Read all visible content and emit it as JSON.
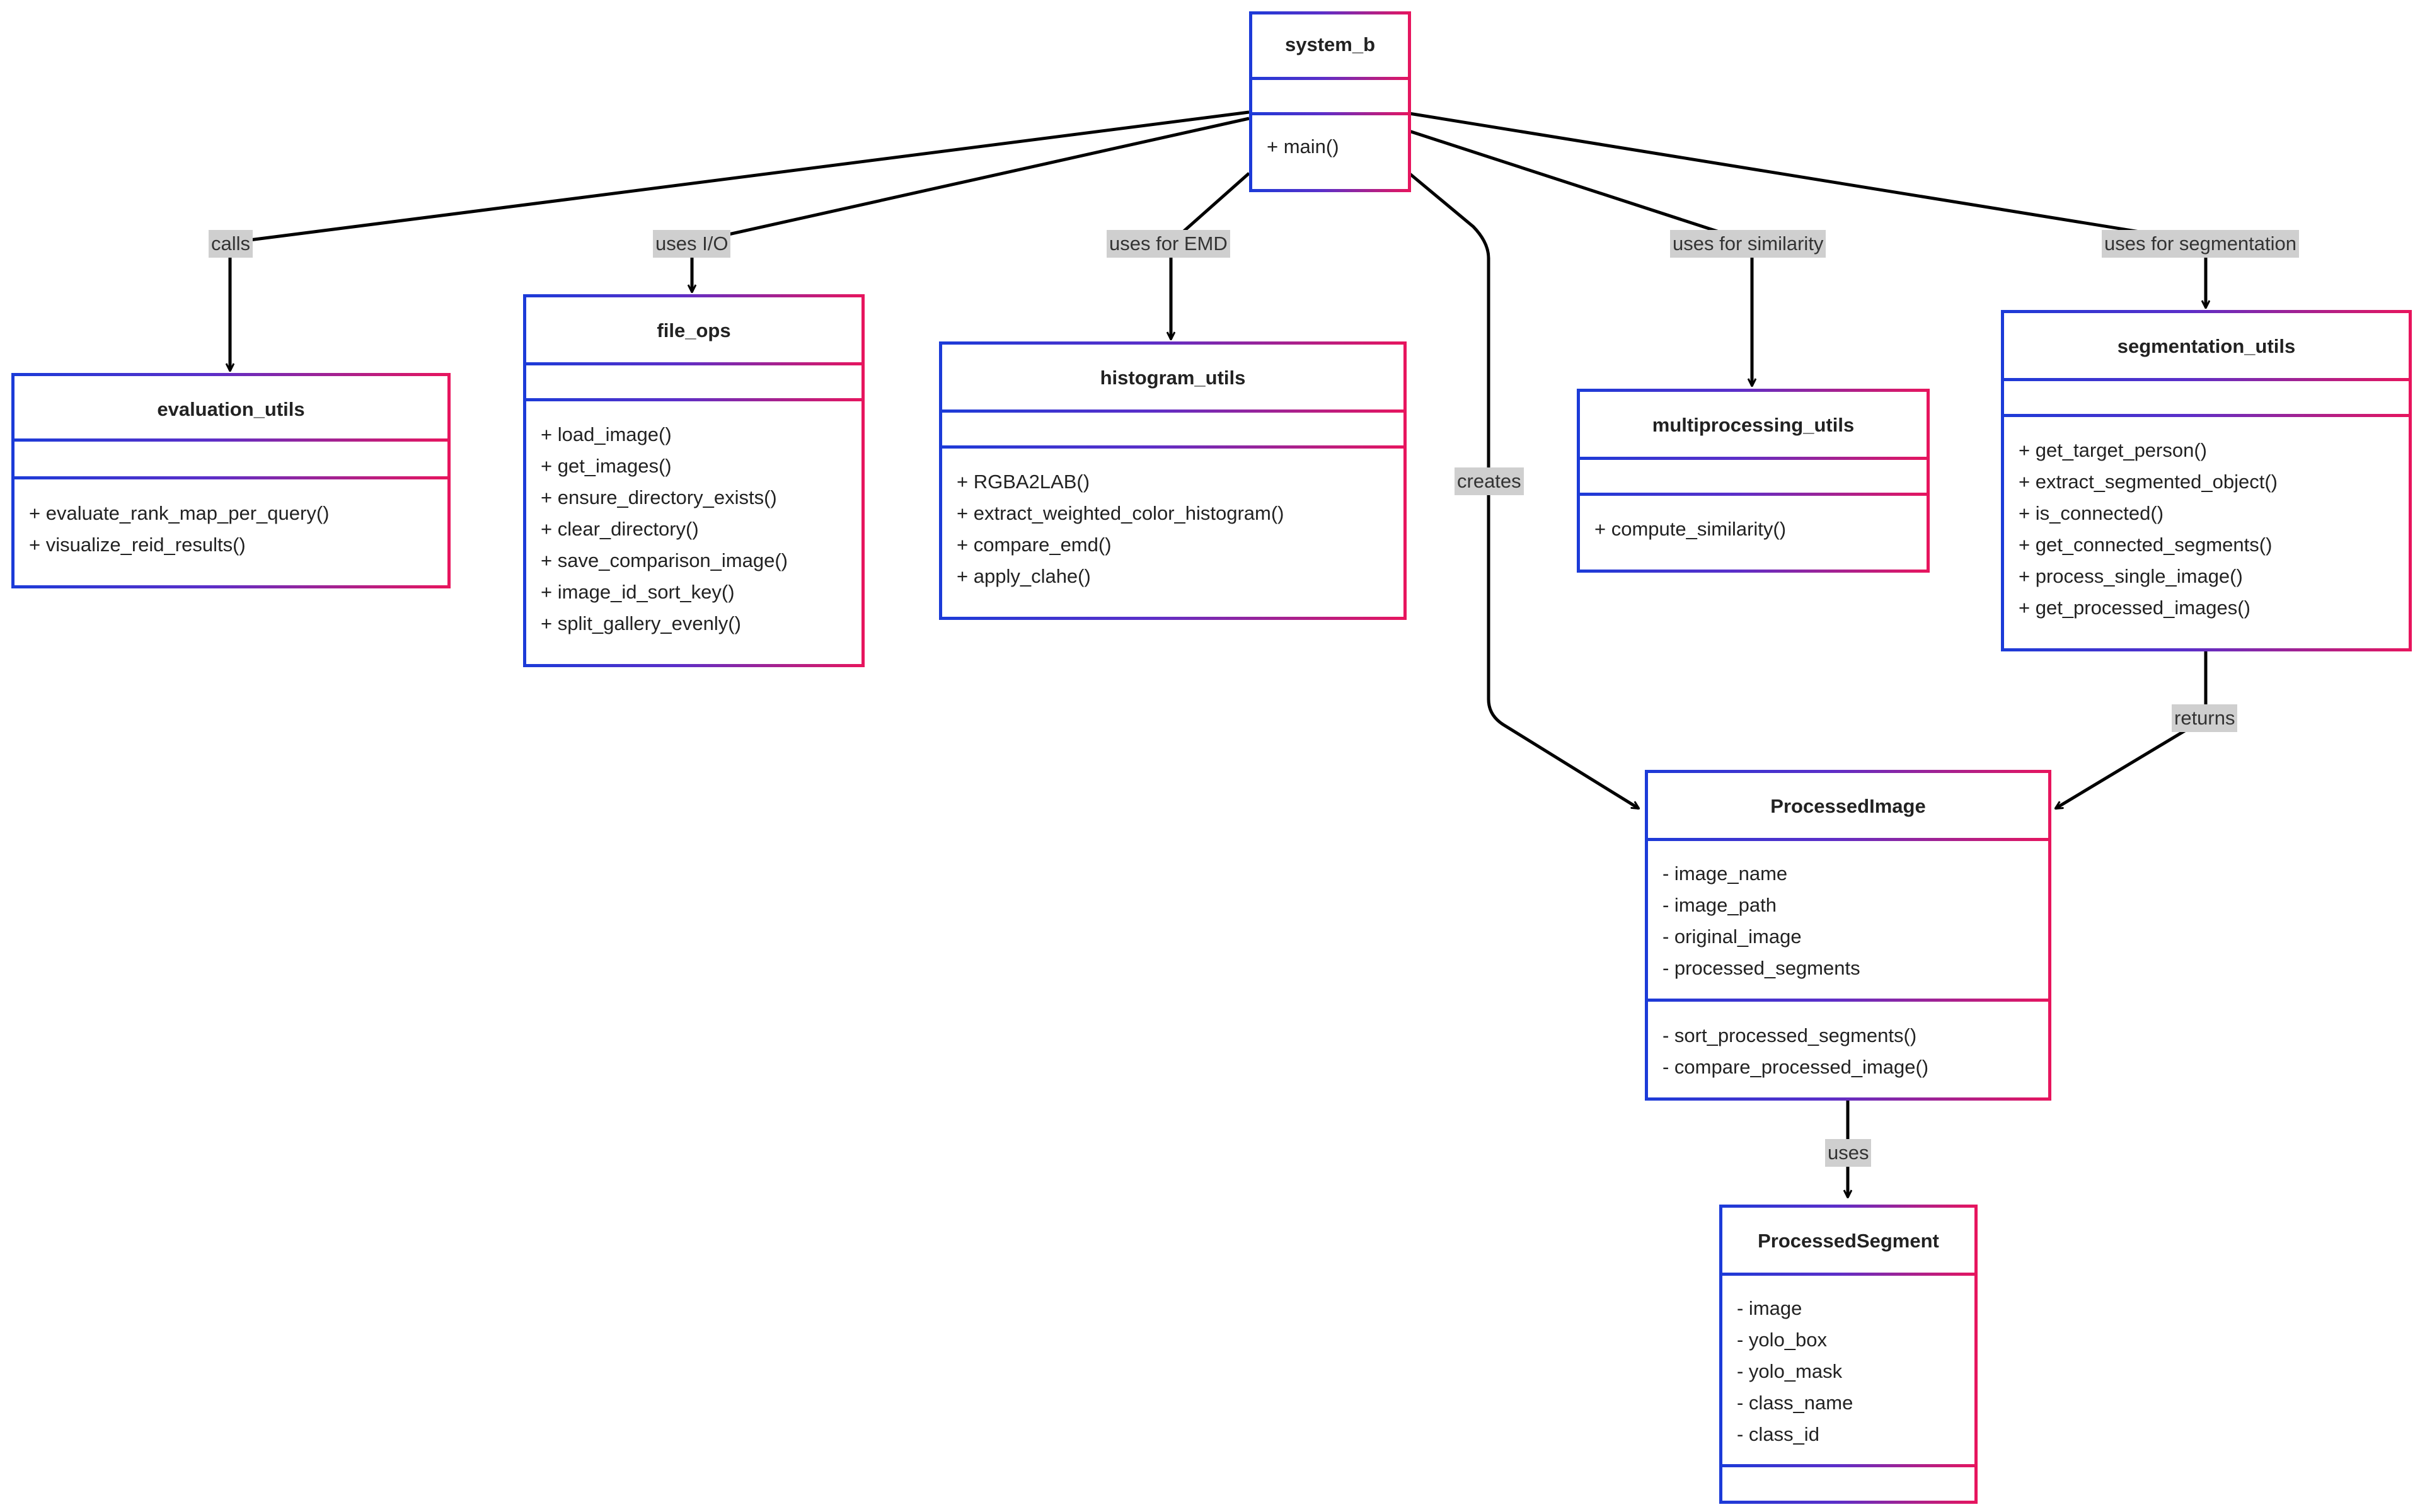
{
  "classes": {
    "system_b": {
      "name": "system_b",
      "attributes": [],
      "methods": [
        "+ main()"
      ]
    },
    "evaluation_utils": {
      "name": "evaluation_utils",
      "attributes": [],
      "methods": [
        "+ evaluate_rank_map_per_query()",
        "+ visualize_reid_results()"
      ]
    },
    "file_ops": {
      "name": "file_ops",
      "attributes": [],
      "methods": [
        "+ load_image()",
        "+ get_images()",
        "+ ensure_directory_exists()",
        "+ clear_directory()",
        "+ save_comparison_image()",
        "+ image_id_sort_key()",
        "+ split_gallery_evenly()"
      ]
    },
    "histogram_utils": {
      "name": "histogram_utils",
      "attributes": [],
      "methods": [
        "+ RGBA2LAB()",
        "+ extract_weighted_color_histogram()",
        "+ compare_emd()",
        "+ apply_clahe()"
      ]
    },
    "multiprocessing_utils": {
      "name": "multiprocessing_utils",
      "attributes": [],
      "methods": [
        "+ compute_similarity()"
      ]
    },
    "segmentation_utils": {
      "name": "segmentation_utils",
      "attributes": [],
      "methods": [
        "+ get_target_person()",
        "+ extract_segmented_object()",
        "+ is_connected()",
        "+ get_connected_segments()",
        "+ process_single_image()",
        "+ get_processed_images()"
      ]
    },
    "ProcessedImage": {
      "name": "ProcessedImage",
      "attributes": [
        "- image_name",
        "- image_path",
        "- original_image",
        "- processed_segments"
      ],
      "methods": [
        "- sort_processed_segments()",
        "- compare_processed_image()"
      ]
    },
    "ProcessedSegment": {
      "name": "ProcessedSegment",
      "attributes": [
        "- image",
        "- yolo_box",
        "- yolo_mask",
        "- class_name",
        "- class_id"
      ],
      "methods": []
    }
  },
  "relations": {
    "calls": "calls",
    "uses_io": "uses I/O",
    "uses_emd": "uses for EMD",
    "creates": "creates",
    "uses_similarity": "uses for similarity",
    "uses_segmentation": "uses for segmentation",
    "returns": "returns",
    "uses": "uses"
  },
  "colors": {
    "border_start": "#1b3bd8",
    "border_end": "#e8155d",
    "label_bg": "#cfcfcf",
    "line": "#000000"
  }
}
